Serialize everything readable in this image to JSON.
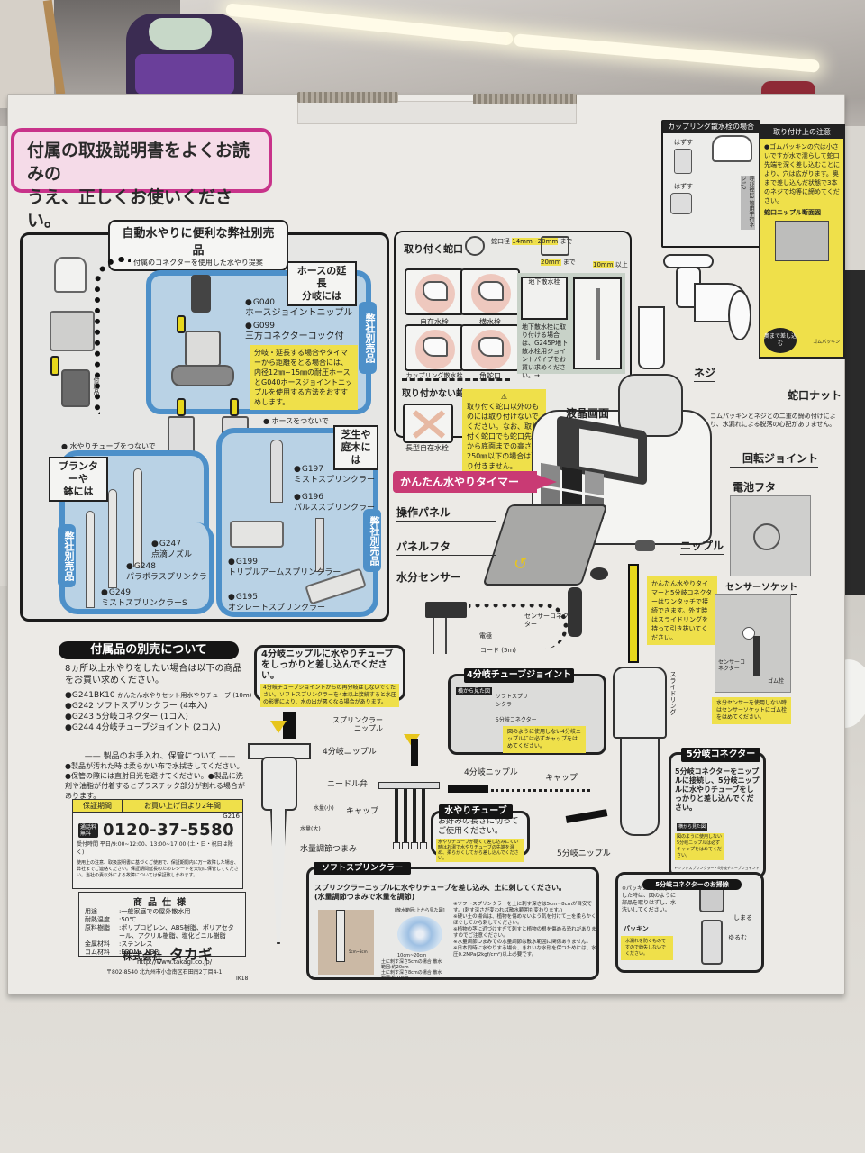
{
  "scene": {
    "description": "Back of a product box (Takagi easy watering timer) photographed on a shop table",
    "accent_colors": {
      "pink": "#c8338a",
      "blue": "#4d90c9",
      "yellow": "#efe04a",
      "black": "#151515"
    }
  },
  "caution_banner": {
    "line1": "付属の取扱説明書をよくお読みの",
    "line2": "うえ、正しくお使いください。"
  },
  "accessories_section": {
    "title": "自動水やりに便利な弊社別売品",
    "subtitle": "付属のコネクターを使用した水やり提案",
    "side_tag": "弊社別売品",
    "tap_label": "付属品",
    "hose_box": {
      "label_line1": "ホースの延長",
      "label_line2": "分岐には",
      "items": [
        {
          "code": "G040",
          "name": "ホースジョイントニップル"
        },
        {
          "code": "G099",
          "name": "三方コネクターコック付"
        }
      ],
      "note": "分岐・延長する場合やタイマーから距離をとる場合には、内径12㎜~15㎜の耐圧ホースとG040ホースジョイントニップルを使用する方法をおすすめします。"
    },
    "tube_heading": "水やりチューブをつないで",
    "hose_heading": "ホースをつないで",
    "planter_box": {
      "label_line1": "プランターや",
      "label_line2": "鉢には",
      "items": [
        {
          "code": "G247",
          "name": "点滴ノズル"
        },
        {
          "code": "G248",
          "name": "パラボラスプリンクラー"
        },
        {
          "code": "G249",
          "name": "ミストスプリンクラーS"
        }
      ]
    },
    "lawn_box": {
      "label_line1": "芝生や",
      "label_line2": "庭木には",
      "items": [
        {
          "code": "G197",
          "name": "ミストスプリンクラー"
        },
        {
          "code": "G196",
          "name": "パルススプリンクラー"
        },
        {
          "code": "G199",
          "name": "トリプルアームスプリンクラー"
        },
        {
          "code": "G195",
          "name": "オシレートスプリンクラー"
        }
      ]
    }
  },
  "separate_sale": {
    "title": "付属品の別売について",
    "intro": "8ヵ所以上水やりをしたい場合は以下の商品をお買い求めください。",
    "items": [
      {
        "code": "G241BK10",
        "name": "かんたん水やりセット用水やりチューブ (10m)"
      },
      {
        "code": "G242",
        "name": "ソフトスプリンクラー (4本入)"
      },
      {
        "code": "G243",
        "name": "5分岐コネクター (1コ入)"
      },
      {
        "code": "G244",
        "name": "4分岐チューブジョイント (2コ入)"
      }
    ]
  },
  "care": {
    "title": "製品のお手入れ、保管について",
    "text": "●製品が汚れた時は柔らかい布で水拭きしてください。●保管の際には直射日光を避けてください。●製品に洗剤や油脂が付着するとプラスチック部分が割れる場合があります。"
  },
  "warranty": {
    "label": "保証期間",
    "value": "お買い上げ日より2年間",
    "code": "G216",
    "phone_badge_line1": "通話料",
    "phone_badge_line2": "無料",
    "phone": "0120-37-5580",
    "hours": "受付時間  平日/9:00~12:00、13:00~17:00 (土・日・祝日は除く)",
    "fine_print": "使用上の注意、取扱説明書に基づくご使用で、保証期間内に万一故障した場合、弊社までご連絡ください。保証期間延長のためレシートを大切に保管してください。当社の責以外による故障については保証致しかねます。"
  },
  "specs": {
    "title": "商品仕様",
    "rows": [
      {
        "key": "用途",
        "value": "一般家庭での屋外散水用"
      },
      {
        "key": "耐熱温度",
        "value": "50℃"
      },
      {
        "key": "原料樹脂",
        "value": "ポリプロピレン、ABS樹脂、ポリアセタール、アクリル樹脂、塩化ビニル樹脂"
      },
      {
        "key": "金属材料",
        "value": "ステンレス"
      },
      {
        "key": "ゴム材料",
        "value": "EPDM、NBR"
      }
    ]
  },
  "company": {
    "name_prefix": "株式会社",
    "name": "タカギ",
    "url": "http://www.takagi.co.jp/",
    "address": "〒802-8540 北九州市小倉南区石田南2丁目4-1",
    "code": "IK18"
  },
  "faucet_section": {
    "title": "取り付く蛇口",
    "diameter_label": "蛇口径",
    "diameter_value": "14mm~20mm",
    "diameter_suffix": "まで",
    "width_value": "20mm",
    "width_suffix": "まで",
    "height_value": "10mm",
    "height_suffix": "以上",
    "compatible": [
      "自在水栓",
      "横水栓",
      "カップリング散水栓",
      "角蛇口"
    ],
    "underground_title": "地下散水栓",
    "underground_note": "地下散水栓に取り付ける場合は、G245P地下散水栓用ジョイントパイプをお買い求めください。→",
    "incompatible_title": "取り付かない蛇口",
    "incompatible_item": "長型自在水栓",
    "warning": "取り付く蛇口以外のものには取り付けないでください。なお、取り付く蛇口でも蛇口先端から底面までの高さが250㎜以下の場合は取り付きません。"
  },
  "coupling": {
    "title": "カップリング散水栓の場合",
    "remove1": "はずす",
    "remove2": "はずす",
    "thread_note": "呼び径13 管用平行ネジ1/2"
  },
  "install_notes": {
    "title": "取り付け上の注意",
    "text": "●ゴムパッキンの穴は小さいですが水で濡らして蛇口先端を深く差し込むことにより、穴は広がります。奥まで差し込んだ状態で3本のネジで均等に締めてください。",
    "diagram_title": "蛇口ニップル断面図",
    "bubble": "奥まで差し込む",
    "packing": "ゴムパッキン"
  },
  "timer": {
    "banner": "かんたん水やりタイマー",
    "parts": {
      "screw": "ネジ",
      "faucet_nut": "蛇口ナット",
      "faucet_nut_note": "ゴムパッキンとネジとの二重の締め付けにより、水漏れによる脱落の心配がありません。",
      "lcd": "液晶画面",
      "rotary_joint": "回転ジョイント",
      "battery_cover": "電池フタ",
      "control_panel": "操作パネル",
      "panel_cover": "パネルフタ",
      "nipple": "ニップル",
      "moisture_sensor": "水分センサー",
      "sensor_connector": "センサーコネクター",
      "electrode": "電極",
      "cord": "コード (5m)",
      "sensor_socket": "センサーソケット",
      "rubber_plug": "ゴム栓",
      "slide_ring": "スライドリング"
    },
    "onetouch_note": "かんたん水やりタイマーと5分岐コネクターはワンタッチで接続できます。外す時はスライドリングを持って引き抜いてください。",
    "sensor_note": "水分センサーを使用しない時はセンサーソケットにゴム栓をはめてください。"
  },
  "four_way": {
    "bubble_title": "4分岐ニップルに水やりチューブをしっかりと差し込んでください。",
    "bubble_note": "4分岐チューブジョイントからの再分岐はしないでください。ソフトスプリンクラーを4本以上接続すると水圧の影響により、水の出が悪くなる場合があります。",
    "joint_title": "4分岐チューブジョイント",
    "side_view": "横から見た図",
    "soft_sprinkler": "ソフトスプリンクラー",
    "five_connector": "5分岐コネクター",
    "joint_note": "図のように使用しない4分岐ニップルには必ずキャップをはめてください。",
    "sprinkler_nipple": "スプリンクラーニップル",
    "four_nipple": "4分岐ニップル",
    "needle_valve": "ニードル弁",
    "flow_small": "水量(小)",
    "flow_large": "水量(大)",
    "cap": "キャップ",
    "flow_knob": "水量調節つまみ",
    "four_nipple_2": "4分岐ニップル",
    "cap_2": "キャップ",
    "five_nipple": "5分岐ニップル"
  },
  "tube": {
    "title": "水やりチューブ",
    "text": "お好みの長さに切ってご使用ください。",
    "note": "水やりチューブが硬くて差し込みにくい時はお湯で水やりチューブの先端を温め、柔らかくしてから差し込んでください。"
  },
  "five_way": {
    "title": "5分岐コネクター",
    "text": "5分岐コネクターをニップルに接続し、5分岐ニップルに水やりチューブをしっかりと差し込んでください。",
    "side_view": "横から見た図",
    "note": "図のように使用しない5分岐ニップルは必ずキャップをはめてください。",
    "caption": "←ソフトスプリンクラー・4分岐チューブジョイント",
    "cleaning_title": "5分岐コネクターのお掃除",
    "cleaning_text": "※パッキンが目詰まりした時は、図のように部品を取りはずし、水洗いしてください。",
    "packing": "パッキン",
    "packing_note": "水漏れを防ぐものですので紛失しないでください。",
    "tighten": "しまる",
    "loosen": "ゆるむ"
  },
  "soft_sprinkler": {
    "title": "ソフトスプリンクラー",
    "line1": "スプリンクラーニップルに水やりチューブを差し込み、土に刺してください。",
    "line2": "(水量調節つまみで水量を調節)",
    "range_caption": "[散水範囲:上から見た図]",
    "range": "10cm~20cm",
    "depth_label": "5cm~8cm",
    "depth5": "土に刺す深さ5cmの場合 散水範囲:約20cm",
    "depth8": "土に刺す深さ8cmの場合 散水範囲:約10cm",
    "notes": [
      "※ソフトスプリンクラーを土に刺す深さは5cm~8cmが目安です。(刺す深さが変われば散水範囲も変わります。)",
      "※硬い土の場合は、植物を傷めないよう気を付けて土を柔らかくほぐしてから刺してください。",
      "※植物の茎に近づけすぎて刺すと植物の根を傷める恐れがありますのでご注意ください。",
      "※水量調節つまみでの水量調節は散水範囲に関係ありません。",
      "※日本同時に水やりする場合、きれいな水形を保つためには、水圧0.2MPa(2kgf/cm²)以上必要です。"
    ]
  }
}
